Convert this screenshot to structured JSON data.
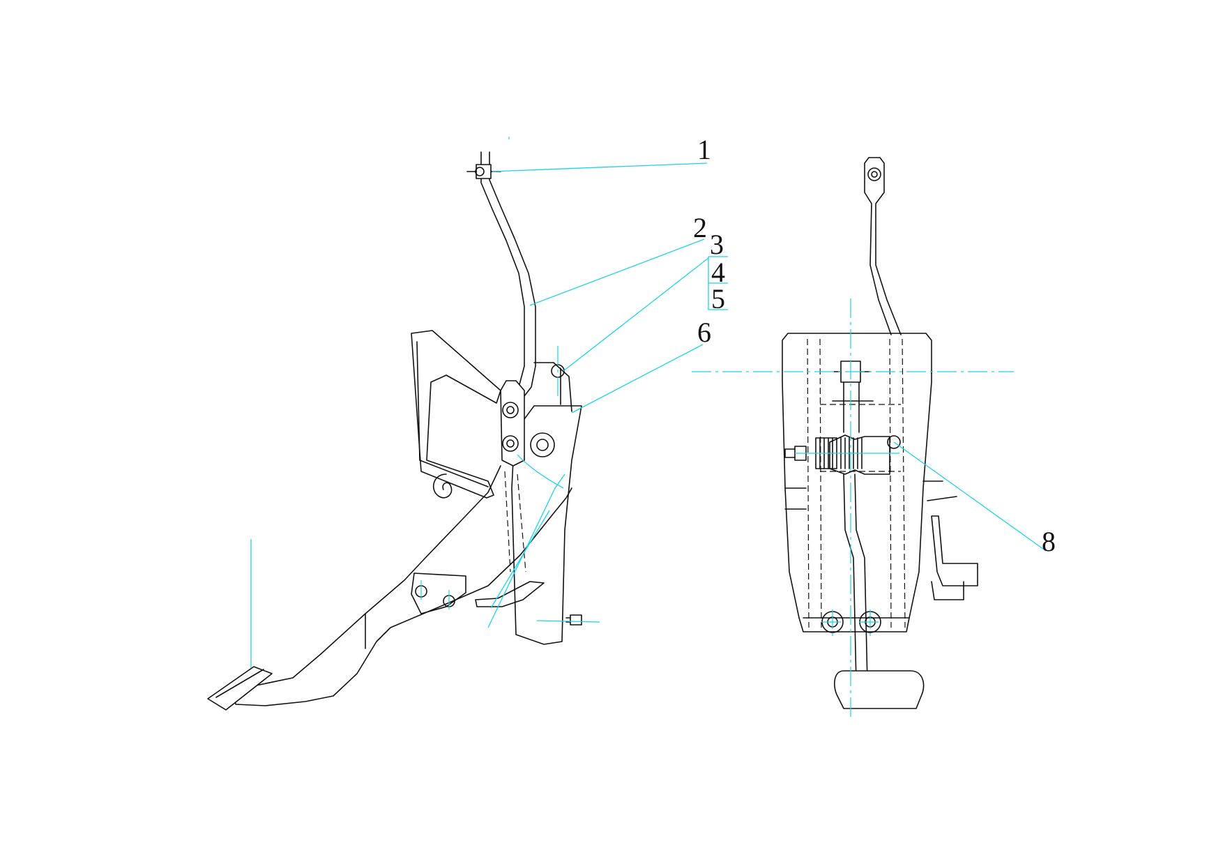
{
  "callouts": [
    {
      "id": "1",
      "label": "1"
    },
    {
      "id": "2",
      "label": "2"
    },
    {
      "id": "3",
      "label": "3"
    },
    {
      "id": "4",
      "label": "4"
    },
    {
      "id": "5",
      "label": "5"
    },
    {
      "id": "6",
      "label": "6"
    },
    {
      "id": "8",
      "label": "8"
    }
  ],
  "colors": {
    "outline": "#111111",
    "centerline": "#1fd3e6",
    "background": "#ffffff"
  }
}
